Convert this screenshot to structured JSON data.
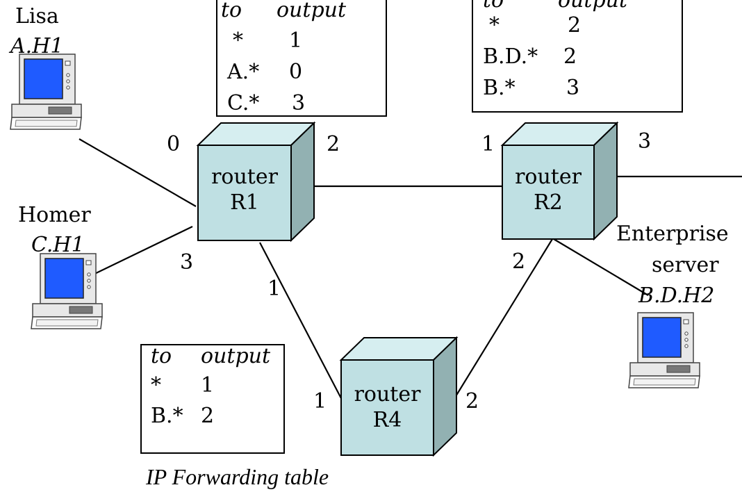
{
  "hosts": {
    "lisa": {
      "name": "Lisa",
      "address": "A.H1"
    },
    "homer": {
      "name": "Homer",
      "address": "C.H1"
    },
    "server": {
      "name_line1": "Enterprise",
      "name_line2": "server",
      "address": "B.D.H2"
    }
  },
  "routers": {
    "r1": {
      "line1": "router",
      "line2": "R1"
    },
    "r2": {
      "line1": "router",
      "line2": "R2"
    },
    "r4": {
      "line1": "router",
      "line2": "R4"
    }
  },
  "ports": {
    "r1_0": "0",
    "r1_2": "2",
    "r1_3": "3",
    "r1_1": "1",
    "r2_1": "1",
    "r2_3": "3",
    "r2_2": "2",
    "r4_1": "1",
    "r4_2": "2"
  },
  "tables": {
    "r1": {
      "header_to": "to",
      "header_output": "output",
      "rows": [
        {
          "to": "*",
          "out": "1"
        },
        {
          "to": "A.*",
          "out": "0"
        },
        {
          "to": "C.*",
          "out": "3"
        }
      ]
    },
    "r2": {
      "header_to": "to",
      "header_output": "output",
      "rows": [
        {
          "to": "*",
          "out": "2"
        },
        {
          "to": "B.D.*",
          "out": "2"
        },
        {
          "to": "B.*",
          "out": "3"
        }
      ]
    },
    "r4": {
      "header_to": "to",
      "header_output": "output",
      "rows": [
        {
          "to": "*",
          "out": "1"
        },
        {
          "to": "B.*",
          "out": "2"
        }
      ]
    }
  },
  "caption": "IP Forwarding table",
  "colors": {
    "router_face": "#bfe0e3",
    "router_side": "#92b1b2",
    "screen": "#1f5bff"
  }
}
